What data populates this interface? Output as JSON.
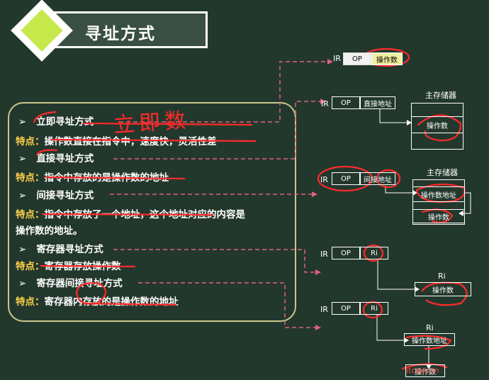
{
  "title": "寻址方式",
  "panel": {
    "bullet": "➢",
    "items": [
      {
        "heading": "立即寻址方式",
        "label": "特点：",
        "desc": "操作数直接在指令中，速度快，灵活性差"
      },
      {
        "heading": "直接寻址方式",
        "label": "特点：",
        "desc": "指令中存放的是操作数的地址"
      },
      {
        "heading": "间接寻址方式",
        "label": "特点：",
        "desc": "指令中存放了一个地址，这个地址对应的内容是",
        "desc2": "操作数的地址。"
      },
      {
        "heading": "寄存器寻址方式",
        "label": "特点：",
        "desc": "寄存器存放操作数"
      },
      {
        "heading": "寄存器间接寻址方式",
        "label": "特点：",
        "desc": "寄存器内存放的是操作数的地址"
      }
    ]
  },
  "handwriting": "立即数",
  "diagram": {
    "ir": "IR",
    "op": "OP",
    "operand": "操作数",
    "direct_addr": "直接地址",
    "indirect_addr": "间接地址",
    "main_memory": "主存储器",
    "operand_addr": "操作数地址",
    "ri": "Ri"
  },
  "watermark": "itcast.cn"
}
